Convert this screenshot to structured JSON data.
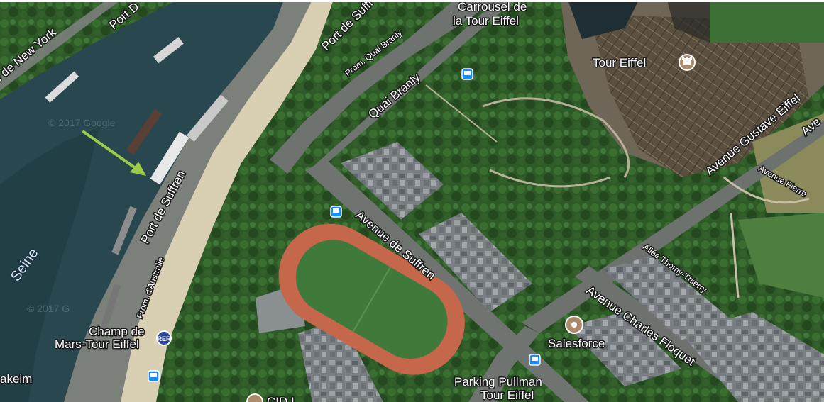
{
  "map": {
    "type": "satellite",
    "colors": {
      "river": "#2a4a52",
      "park": "#2c5a26",
      "road": "#6f7470",
      "track": "#c4674a",
      "field": "#3f7a3a",
      "arrow": "#9ccb4a",
      "poi": "#ad8a6b",
      "transit": "#1a8cff"
    }
  },
  "labels": {
    "road_new_york": "e de New York",
    "road_port_d": "Port D",
    "road_port_de_suffren_top": "Port de Suffr",
    "road_prom_quai_branly": "Prom. Quai Branly",
    "road_quai_branly": "Quai Branly",
    "road_port_de_suffren": "Port de Suffren",
    "road_prom_australie": "Prom. d'Australie",
    "road_avenue_de_suffren": "Avenue de Suffren",
    "road_avenue_gustave_eiffel": "Avenue Gustave Eiffel",
    "road_ave": "Ave",
    "road_avenue_pierre": "Avenue Pierre",
    "road_allee_thomy_thierry": "Allée Thomy-Thierry",
    "road_avenue_charles_floquet": "Avenue Charles Floquet",
    "river_seine": "Seine",
    "place_akeim": "akeim"
  },
  "pois": {
    "carrousel_line1": "Carrousel de",
    "carrousel_line2": "la Tour Eiffel",
    "tour_eiffel": "Tour Eiffel",
    "champ_line1": "Champ de",
    "champ_line2": "Mars-Tour Eiffel",
    "rer_badge": "RER",
    "salesforce": "Salesforce",
    "parking_line1": "Parking Pullman",
    "parking_line2": "Tour Eiffel",
    "cid": "CID I"
  },
  "watermark": {
    "text1": "© 2017 Google",
    "text2": "© 2017 G"
  },
  "icons": {
    "tour_eiffel": "monument-icon",
    "salesforce": "place-icon",
    "transit": "bus-stop-icon",
    "rer": "rer-station-icon",
    "arrow": "pointer-arrow-icon"
  }
}
